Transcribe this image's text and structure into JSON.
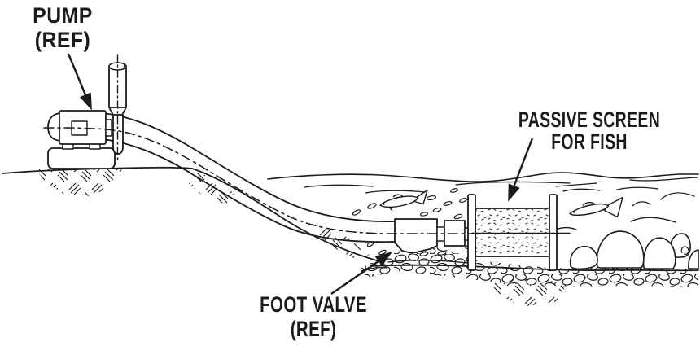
{
  "labels": {
    "pump": {
      "line1": "PUMP",
      "line2": "(REF)"
    },
    "passive_screen": {
      "line1": "PASSIVE SCREEN",
      "line2": "FOR FISH"
    },
    "foot_valve": {
      "line1": "FOOT VALVE",
      "line2": "(REF)"
    }
  },
  "colors": {
    "ink": "#1b1b1b",
    "paper": "#ffffff"
  }
}
